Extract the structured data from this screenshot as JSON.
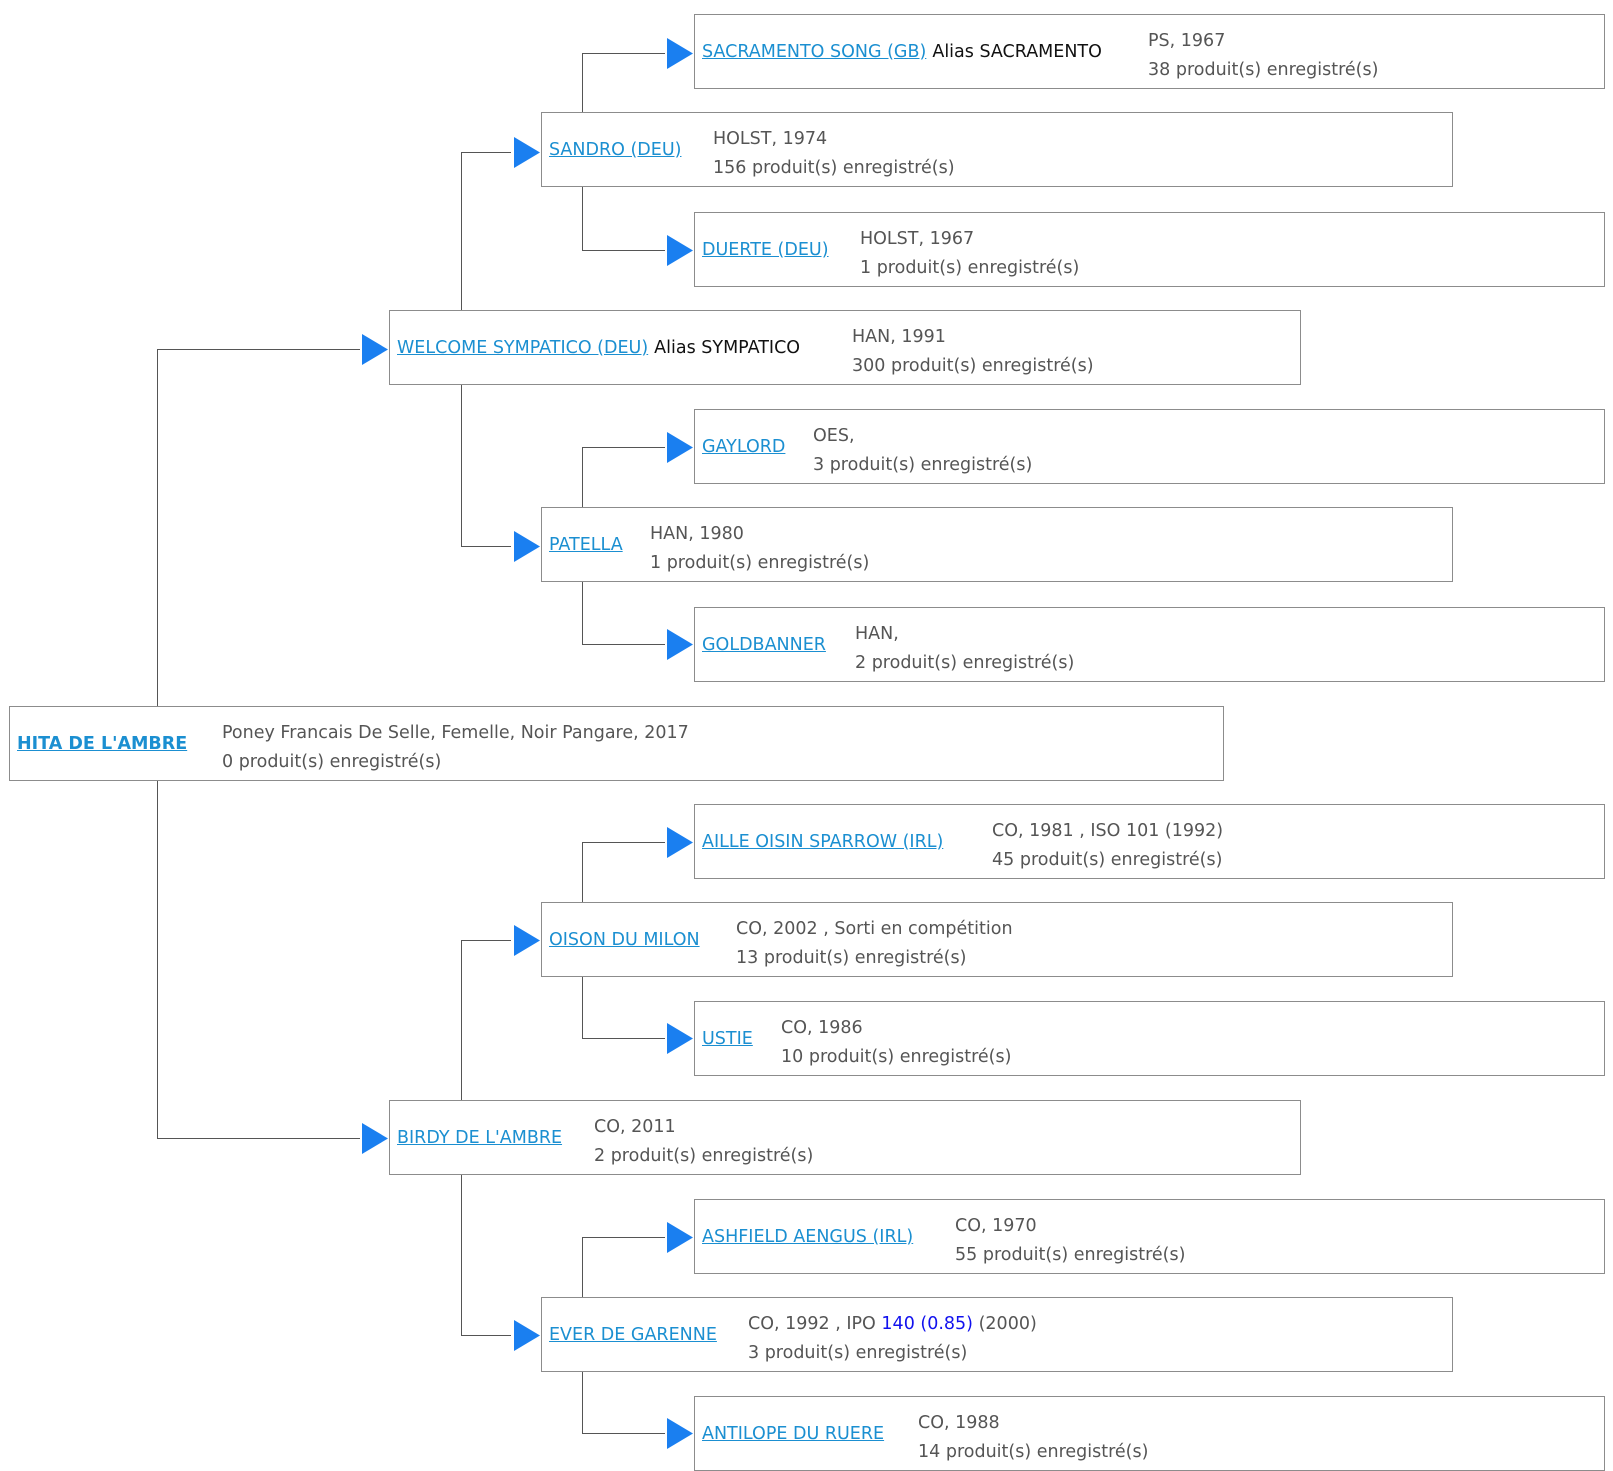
{
  "colors": {
    "link": "#1b8fd1",
    "arrow": "#1a7ff0",
    "connector": "#555555",
    "border": "#8c8c8c",
    "index": "#1111ee"
  },
  "horse": {
    "name": "HITA DE L'AMBRE",
    "details": "Poney Francais De Selle, Femelle, Noir Pangare, 2017",
    "products": "0 produit(s) enregistré(s)"
  },
  "sire": {
    "name": "WELCOME SYMPATICO (DEU)",
    "alias": "Alias SYMPATICO",
    "details": "HAN, 1991",
    "products": "300 produit(s) enregistré(s)"
  },
  "sire_sire": {
    "name": "SANDRO (DEU)",
    "details": "HOLST, 1974",
    "products": "156 produit(s) enregistré(s)"
  },
  "sire_sire_sire": {
    "name": "SACRAMENTO SONG (GB)",
    "alias": "Alias SACRAMENTO",
    "details": "PS, 1967",
    "products": "38 produit(s) enregistré(s)"
  },
  "sire_sire_dam": {
    "name": "DUERTE (DEU)",
    "details": "HOLST, 1967",
    "products": "1 produit(s) enregistré(s)"
  },
  "sire_dam": {
    "name": "PATELLA",
    "details": "HAN, 1980",
    "products": "1 produit(s) enregistré(s)"
  },
  "sire_dam_sire": {
    "name": "GAYLORD",
    "details": "OES,",
    "products": "3 produit(s) enregistré(s)"
  },
  "sire_dam_dam": {
    "name": "GOLDBANNER",
    "details": "HAN,",
    "products": "2 produit(s) enregistré(s)"
  },
  "dam": {
    "name": "BIRDY DE L'AMBRE",
    "details": "CO, 2011",
    "products": "2 produit(s) enregistré(s)"
  },
  "dam_sire": {
    "name": "OISON DU MILON",
    "details": "CO, 2002 , Sorti en compétition",
    "products": "13 produit(s) enregistré(s)"
  },
  "dam_sire_sire": {
    "name": "AILLE OISIN SPARROW (IRL)",
    "details": "CO, 1981 , ISO 101 (1992)",
    "products": "45 produit(s) enregistré(s)"
  },
  "dam_sire_dam": {
    "name": "USTIE",
    "details": "CO, 1986",
    "products": "10 produit(s) enregistré(s)"
  },
  "dam_dam": {
    "name": "EVER DE GARENNE",
    "details_prefix": "CO, 1992 , IPO",
    "details_index": "140 (0.85)",
    "details_suffix": "(2000)",
    "products": "3 produit(s) enregistré(s)"
  },
  "dam_dam_sire": {
    "name": "ASHFIELD AENGUS (IRL)",
    "details": "CO, 1970",
    "products": "55 produit(s) enregistré(s)"
  },
  "dam_dam_dam": {
    "name": "ANTILOPE DU RUERE",
    "details": "CO, 1988",
    "products": "14 produit(s) enregistré(s)"
  }
}
